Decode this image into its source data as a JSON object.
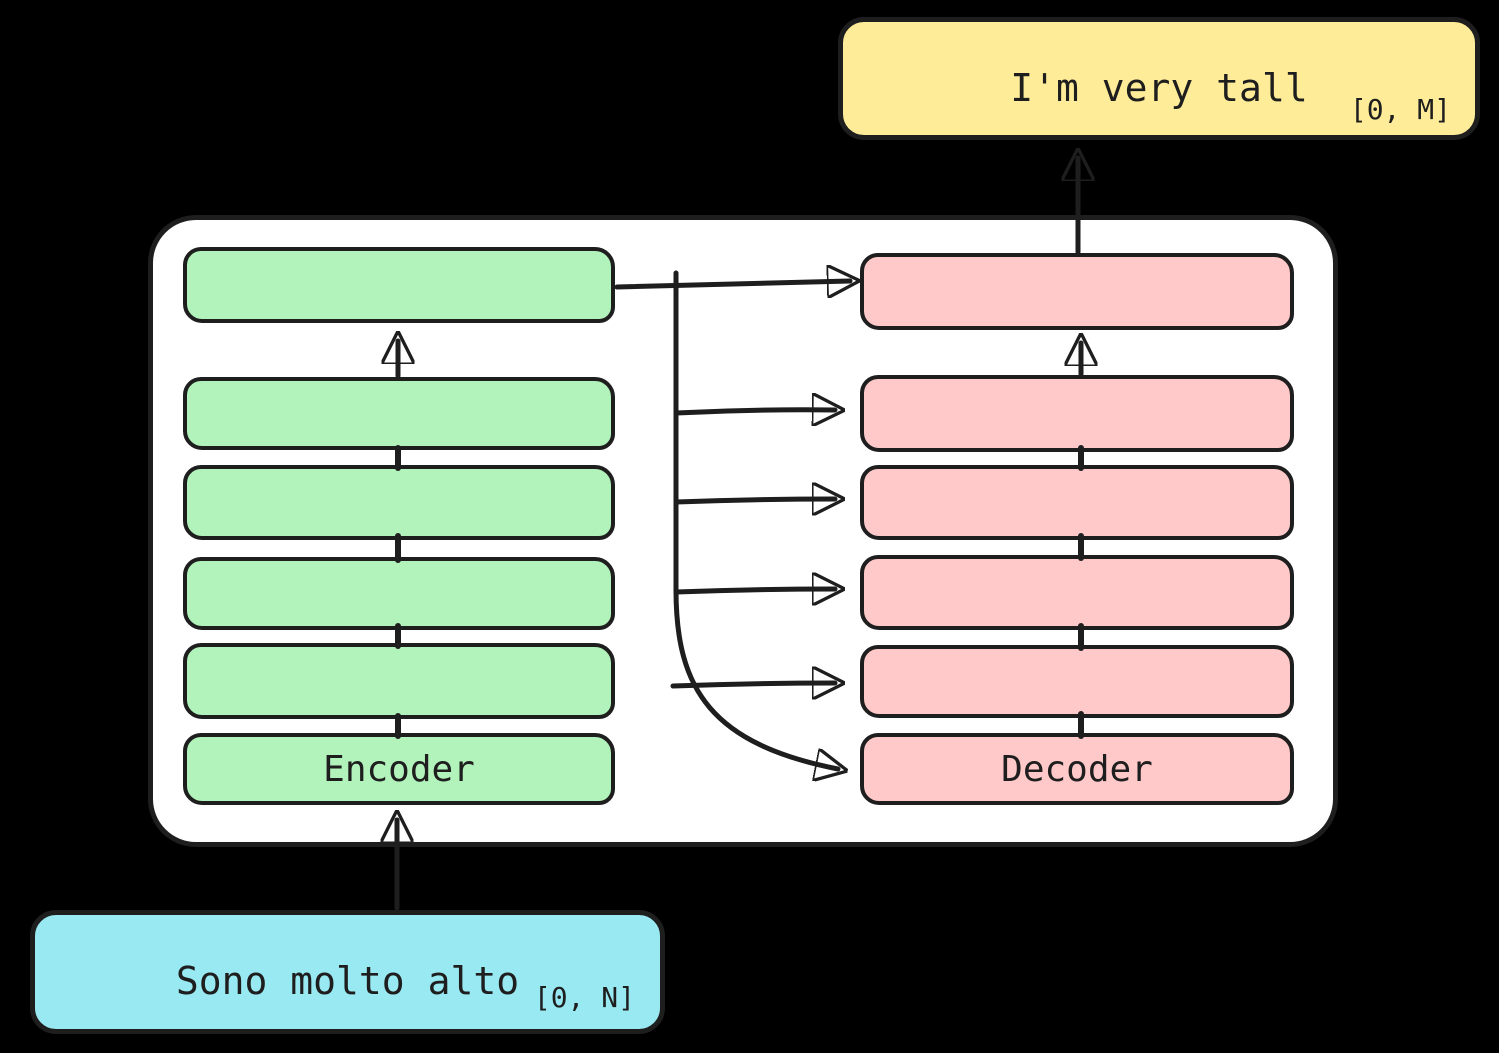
{
  "output_box": {
    "label": "I'm very tall",
    "range": "[0, M]"
  },
  "input_box": {
    "label": "Sono molto alto",
    "range": "[0, N]"
  },
  "encoder": {
    "label": "Encoder",
    "layer_count": 6
  },
  "decoder": {
    "label": "Decoder",
    "layer_count": 6
  },
  "colors": {
    "background": "#000000",
    "container_fill": "#ffffff",
    "stroke": "#1e1e1e",
    "encoder_fill": "#b2f2bb",
    "decoder_fill": "#ffc9c9",
    "output_fill": "#ffec99",
    "input_fill": "#99e9f2"
  }
}
